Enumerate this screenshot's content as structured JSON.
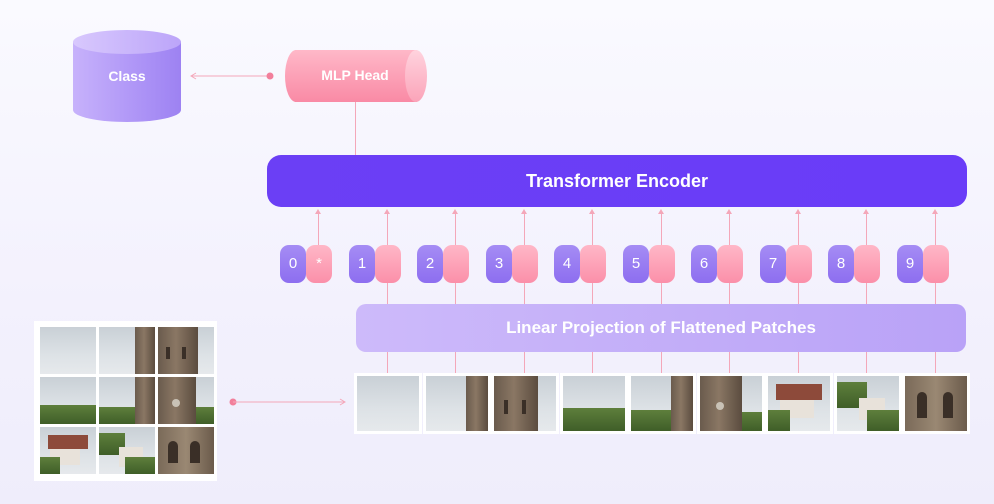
{
  "class_label": "Class",
  "mlp_label": "MLP Head",
  "encoder_label": "Transformer Encoder",
  "projection_label": "Linear Projection of Flattened Patches",
  "tokens": [
    {
      "pos": "0",
      "emb": "*"
    },
    {
      "pos": "1",
      "emb": ""
    },
    {
      "pos": "2",
      "emb": ""
    },
    {
      "pos": "3",
      "emb": ""
    },
    {
      "pos": "4",
      "emb": ""
    },
    {
      "pos": "5",
      "emb": ""
    },
    {
      "pos": "6",
      "emb": ""
    },
    {
      "pos": "7",
      "emb": ""
    },
    {
      "pos": "8",
      "emb": ""
    },
    {
      "pos": "9",
      "emb": ""
    }
  ],
  "colors": {
    "encoder": "#6a3cf8",
    "projection": "#c4aef9",
    "position_token": "#9a7ef2",
    "embedding_token": "#fb9db4",
    "connector": "#f4a7b9"
  }
}
